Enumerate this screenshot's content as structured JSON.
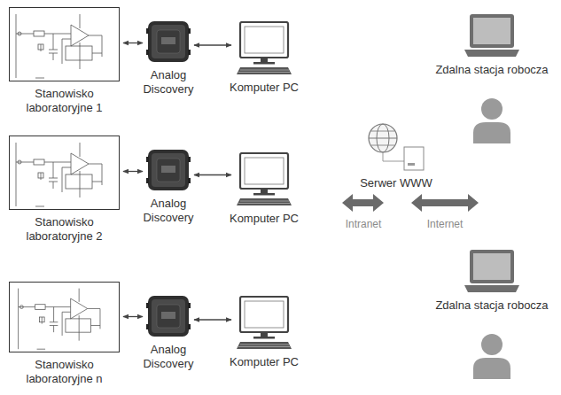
{
  "diagram": {
    "nodes": [
      {
        "text": [
          "Stanowisko laboratoryjne 1"
        ]
      },
      {
        "text": [
          "Analog Discovery"
        ]
      },
      {
        "text": [
          "Komputer PC"
        ]
      },
      {
        "text": [
          "Stanowisko laboratoryjne 2"
        ]
      },
      {
        "text": [
          "Analog Discovery"
        ]
      },
      {
        "text": [
          "Komputer PC"
        ]
      },
      {
        "text": [
          "Stanowisko laboratoryjne n"
        ]
      },
      {
        "text": [
          "Analog Discovery"
        ]
      },
      {
        "text": [
          "Komputer PC"
        ]
      },
      {
        "text": [
          "Serwer WWW"
        ]
      },
      {
        "text": [
          "Zdalna stacja robocza"
        ]
      },
      {
        "text": [
          "Zdalna stacja robocza"
        ]
      }
    ],
    "edges": [
      {
        "from": 0,
        "to": 1,
        "arrow": "both"
      },
      {
        "from": 1,
        "to": 2,
        "arrow": "both"
      },
      {
        "from": 3,
        "to": 4,
        "arrow": "both"
      },
      {
        "from": 4,
        "to": 5,
        "arrow": "both"
      },
      {
        "from": 6,
        "to": 7,
        "arrow": "both"
      },
      {
        "from": 7,
        "to": 8,
        "arrow": "both"
      }
    ],
    "labels": [
      "Intranet",
      "Internet"
    ]
  }
}
